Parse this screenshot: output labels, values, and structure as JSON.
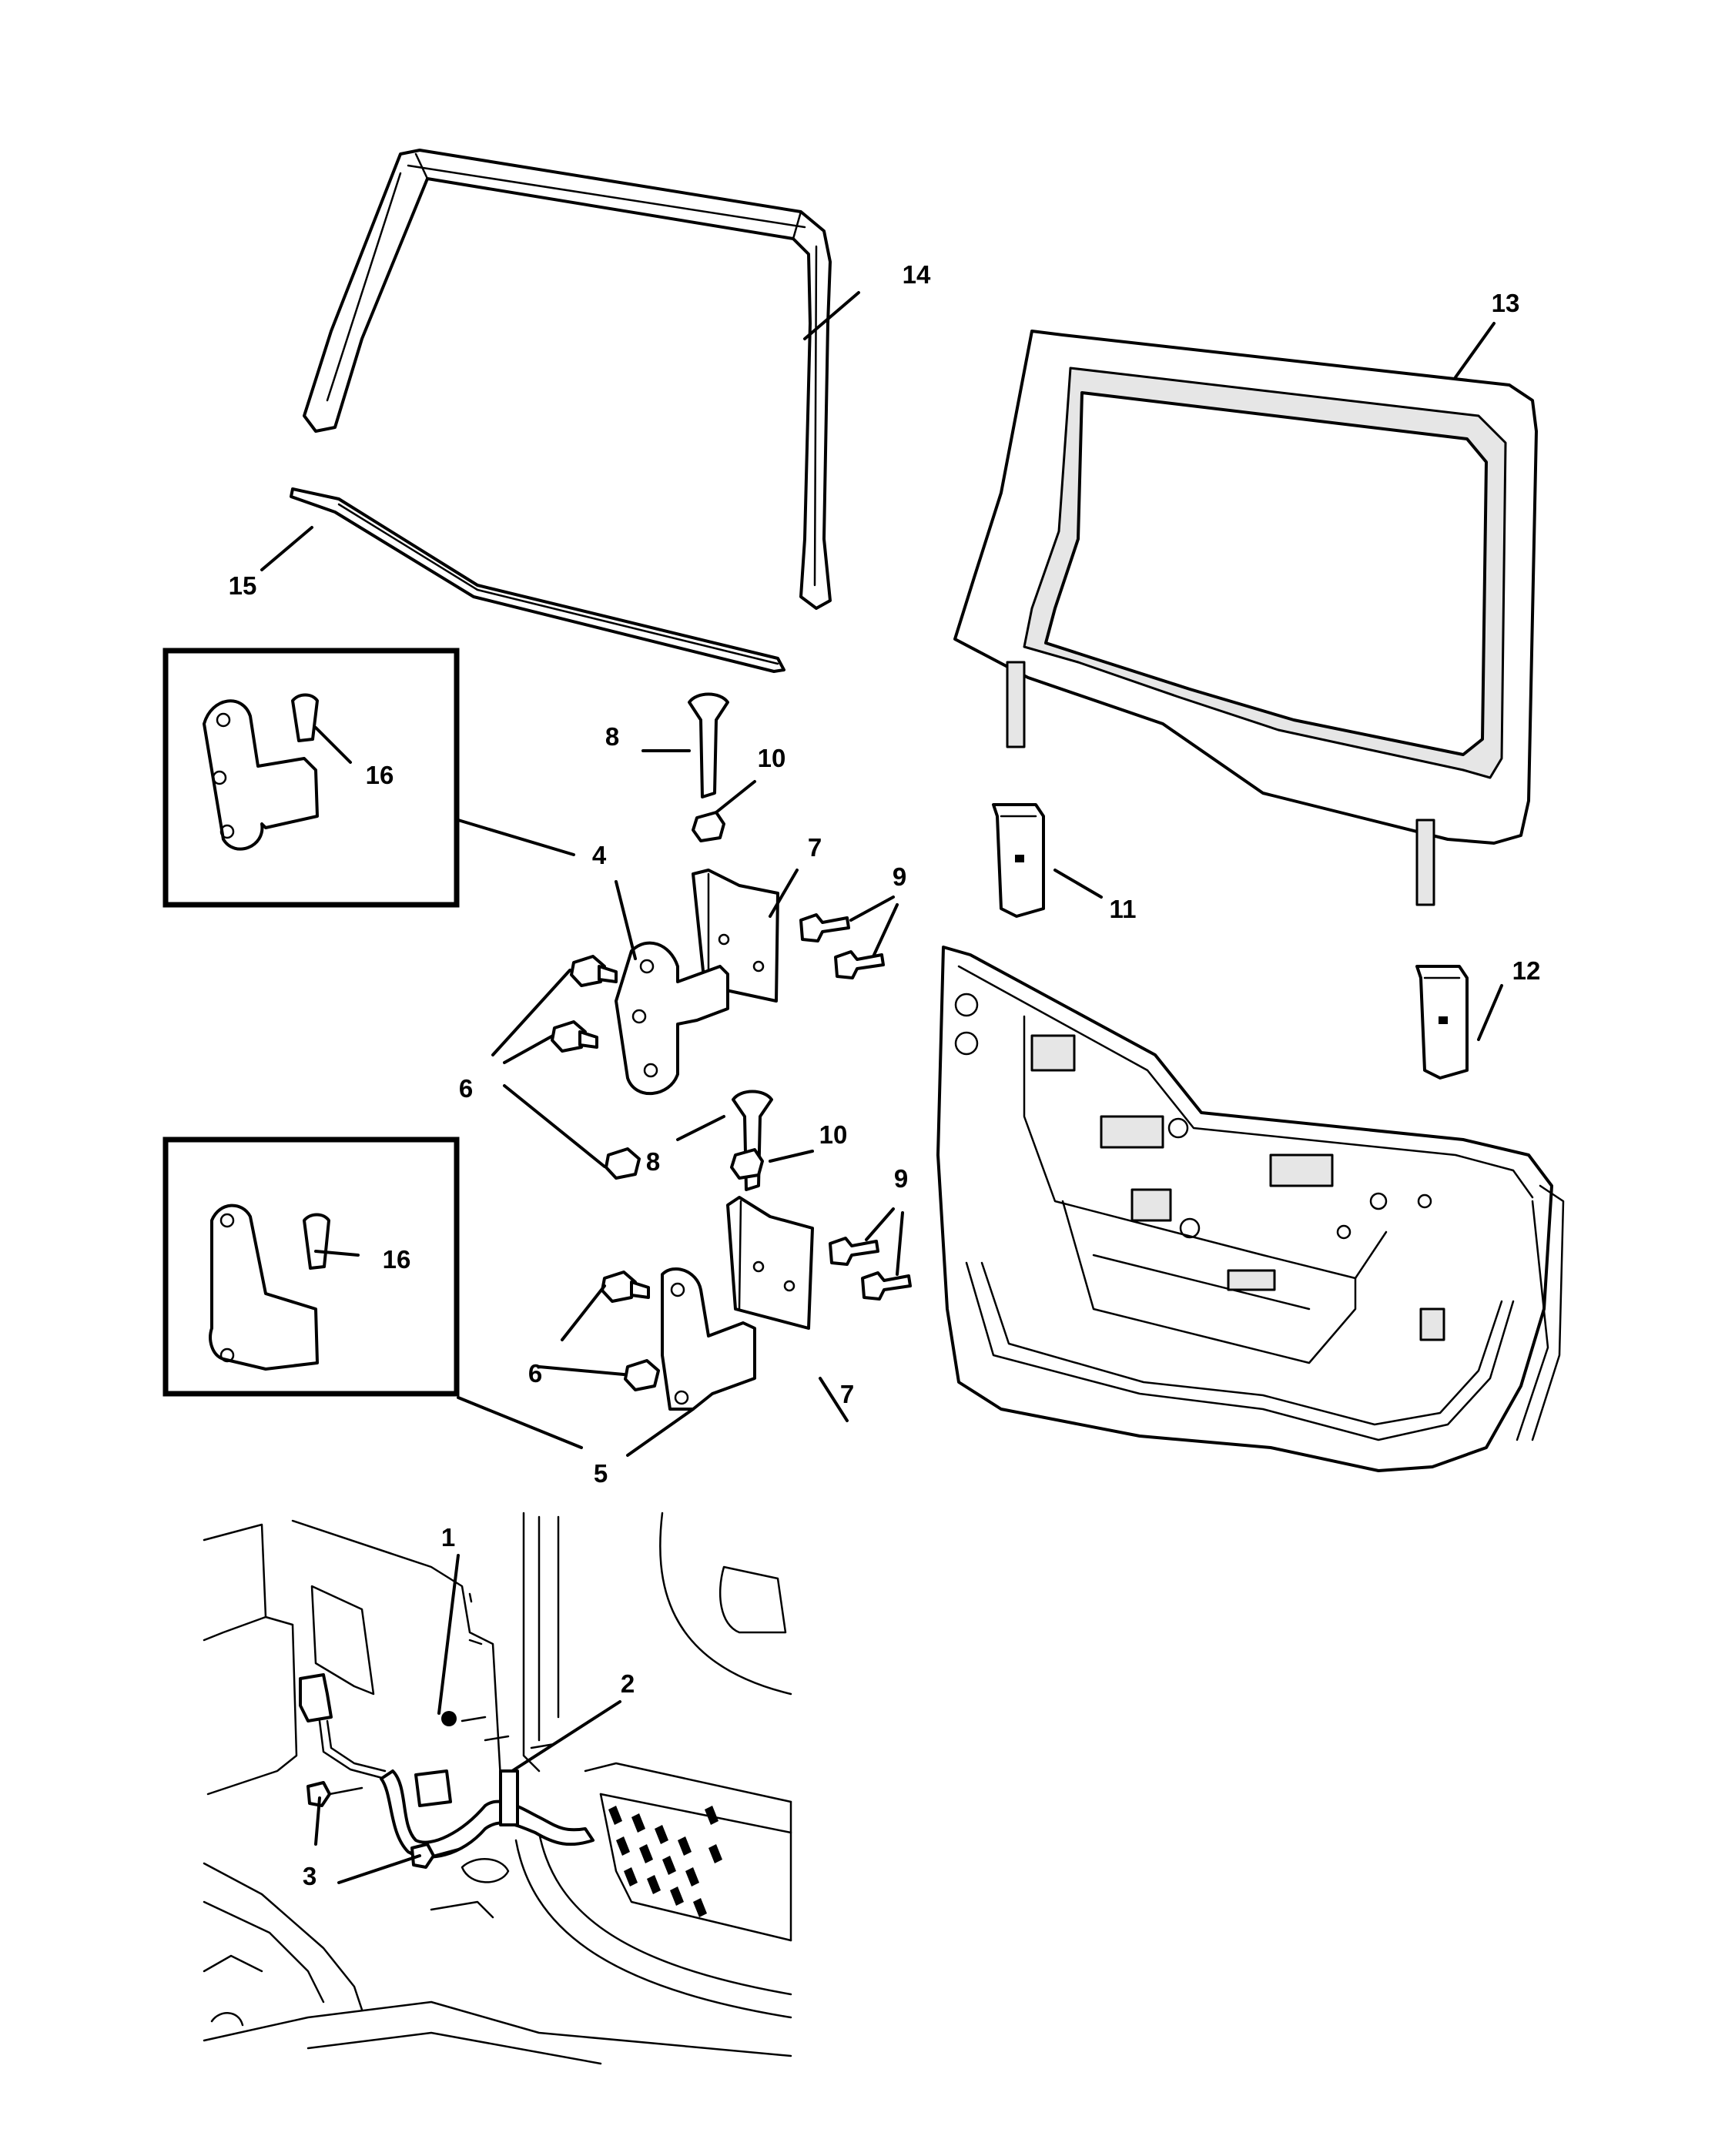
{
  "diagram": {
    "callouts": [
      "1",
      "2",
      "3",
      "4",
      "5",
      "6",
      "6",
      "7",
      "7",
      "8",
      "8",
      "9",
      "9",
      "10",
      "10",
      "11",
      "12",
      "13",
      "14",
      "15",
      "16",
      "16"
    ]
  }
}
